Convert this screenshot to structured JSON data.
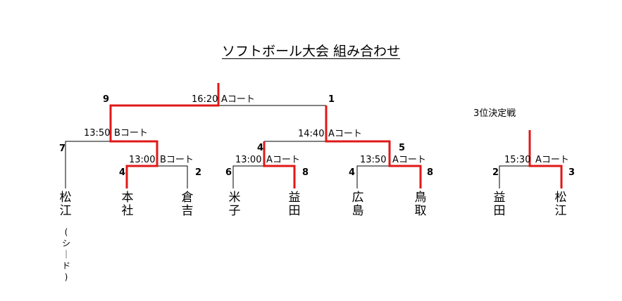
{
  "title": "ソフトボール大会 組み合わせ",
  "third_place": {
    "title": "3位決定戦",
    "match": {
      "time": "15:30",
      "court": "Aコート"
    },
    "left": {
      "team": [
        "益",
        "田"
      ],
      "score": "2"
    },
    "right": {
      "team": [
        "松",
        "江"
      ],
      "score": "3"
    }
  },
  "final": {
    "time": "16:20",
    "court": "Aコート",
    "left_score": "9",
    "right_score": "1"
  },
  "semis": [
    {
      "time": "13:50",
      "court": "Bコート",
      "left_score": "7",
      "right_score": ""
    },
    {
      "time": "14:40",
      "court": "Aコート",
      "left_score": "4",
      "right_score": "5"
    }
  ],
  "first_round": [
    {
      "time": "13:00",
      "court": "Bコート",
      "left_score": "4",
      "right_score": "2"
    },
    {
      "time": "13:00",
      "court": "Aコート",
      "left_score": "6",
      "right_score": "8"
    },
    {
      "time": "13:50",
      "court": "Aコート",
      "left_score": "4",
      "right_score": "8"
    }
  ],
  "teams": [
    {
      "name": [
        "松",
        "江"
      ]
    },
    {
      "name": [
        "本",
        "社"
      ]
    },
    {
      "name": [
        "倉",
        "吉"
      ]
    },
    {
      "name": [
        "米",
        "子"
      ]
    },
    {
      "name": [
        "益",
        "田"
      ]
    },
    {
      "name": [
        "広",
        "島"
      ]
    },
    {
      "name": [
        "鳥",
        "取"
      ]
    }
  ],
  "seed_note": [
    "(",
    "シ",
    "｜",
    "ド",
    ")"
  ],
  "colors": {
    "winner": "#e01818",
    "line": "#000000"
  }
}
